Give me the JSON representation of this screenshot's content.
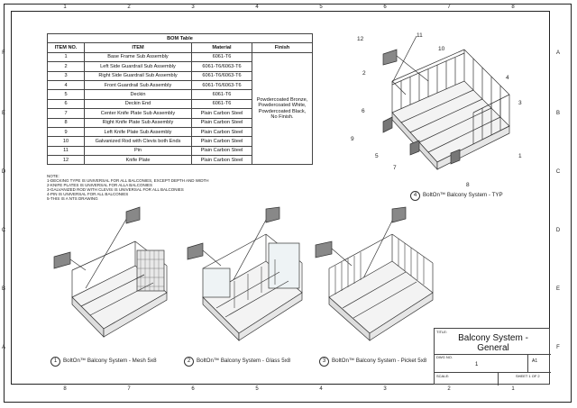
{
  "zones_top": [
    "1",
    "2",
    "3",
    "4",
    "5",
    "6",
    "7",
    "8"
  ],
  "zones_bottom": [
    "8",
    "7",
    "6",
    "5",
    "4",
    "3",
    "2",
    "1"
  ],
  "zones_left": [
    "F",
    "E",
    "D",
    "C",
    "B",
    "A"
  ],
  "zones_right": [
    "A",
    "B",
    "C",
    "D",
    "E",
    "F"
  ],
  "bom": {
    "title": "BOM Table",
    "headers": [
      "ITEM NO.",
      "ITEM",
      "Material",
      "Finish"
    ],
    "rows": [
      {
        "no": "1",
        "item": "Base Frame Sub Assembly",
        "material": "6061-T6"
      },
      {
        "no": "2",
        "item": "Left Side Guardrail Sub Assembly",
        "material": "6061-T6/6063-T6"
      },
      {
        "no": "3",
        "item": "Right Side Guardrail Sub Assembly",
        "material": "6061-T6/6063-T6"
      },
      {
        "no": "4",
        "item": "Front Guardrail Sub Assembly",
        "material": "6061-T6/6063-T6"
      },
      {
        "no": "5",
        "item": "Deckin",
        "material": "6061-T6"
      },
      {
        "no": "6",
        "item": "Deckin End",
        "material": "6061-T6"
      },
      {
        "no": "7",
        "item": "Center Knife Plate Sub Assembly",
        "material": "Plain Carbon Steel"
      },
      {
        "no": "8",
        "item": "Right Knife Plate Sub Assembly",
        "material": "Plain Carbon Steel"
      },
      {
        "no": "9",
        "item": "Left Knife Plate Sub Assembly",
        "material": "Plain Carbon Steel"
      },
      {
        "no": "10",
        "item": "Galvanized Rod with Clevis both Ends",
        "material": "Plain Carbon Steel"
      },
      {
        "no": "11",
        "item": "Pin",
        "material": "Plain Carbon Steel"
      },
      {
        "no": "12",
        "item": "Knife Plate",
        "material": "Plain Carbon Steel"
      }
    ],
    "finish": "Powdercoated Bronze, Powdercoated White, Powdercoated Black, No Finish."
  },
  "notes": {
    "heading": "NOTE:",
    "lines": [
      "1-DECKING TYPE IS UNIVERSAL FOR ALL BALCONIES, EXCEPT DEPTH AND WIDTH",
      "2-KNIFE PLATES IS UNIVERSAL FOR ALLA BALCONIES",
      "3-GALVANIZED ROD WITH CLEVIS IS UNIVERSAL FOR ALL BALCONIES",
      "4-PIN IS UNIVERSAL FOR ALL BALCONIES",
      "5-THIS IS A NTS DRAWING"
    ]
  },
  "callouts": [
    "12",
    "11",
    "10",
    "2",
    "4",
    "3",
    "6",
    "9",
    "5",
    "7",
    "1",
    "8"
  ],
  "views": [
    {
      "num": "4",
      "label": "BoltOn™ Balcony System - TYP"
    },
    {
      "num": "1",
      "label": "BoltOn™ Balcony System - Mesh 5x8"
    },
    {
      "num": "2",
      "label": "BoltOn™ Balcony System - Glass 5x8"
    },
    {
      "num": "3",
      "label": "BoltOn™ Balcony System - Picket 5x8"
    }
  ],
  "title_block": {
    "title_label": "TITLE:",
    "title": "Balcony System - General",
    "dwg_label": "DWG NO.",
    "dwg_no": "1",
    "size": "A1",
    "scale_label": "SCALE:",
    "sheet": "SHEET 1 OF 2"
  }
}
